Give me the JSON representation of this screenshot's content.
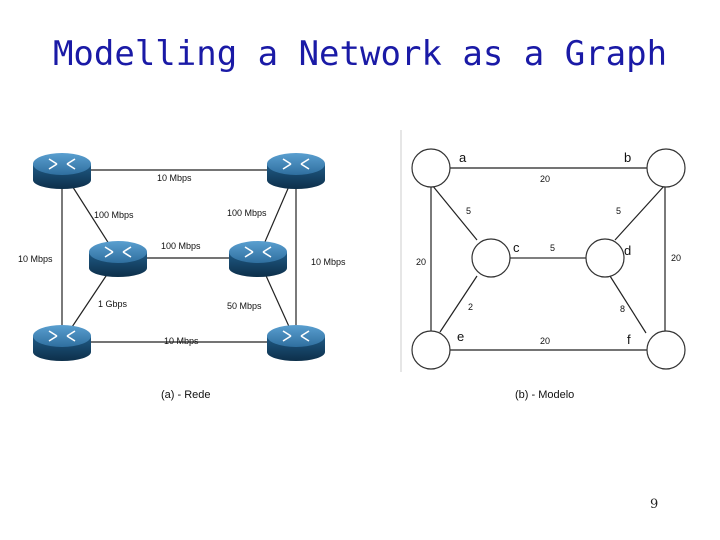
{
  "title": "Modelling a Network as a Graph",
  "page_number": "9",
  "left_diagram": {
    "caption": "(a) - Rede",
    "links": {
      "top": "10 Mbps",
      "tl_inner": "100 Mbps",
      "tr_inner": "100 Mbps",
      "left": "10 Mbps",
      "middle": "100 Mbps",
      "right": "10 Mbps",
      "bl_inner": "1 Gbps",
      "br_inner": "50 Mbps",
      "bottom": "10 Mbps"
    }
  },
  "right_diagram": {
    "caption": "(b) - Modelo",
    "nodes": {
      "a": "a",
      "b": "b",
      "c": "c",
      "d": "d",
      "e": "e",
      "f": "f"
    },
    "weights": {
      "ab": "20",
      "ac": "5",
      "bd": "5",
      "cd": "5",
      "ae": "20",
      "bf": "20",
      "ce": "2",
      "df": "8",
      "ef": "20"
    }
  }
}
